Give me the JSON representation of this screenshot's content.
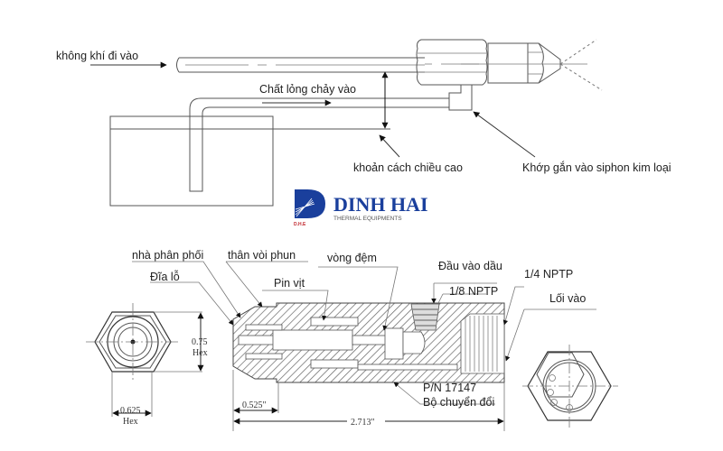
{
  "top_diagram": {
    "labels": {
      "air_in": "không khí đi vào",
      "liquid_in": "Chất lỏng chảy vào",
      "height_distance": "khoản cách chiều cao",
      "siphon_fitting": "Khớp gắn vào siphon kim loại"
    }
  },
  "logo": {
    "name": "DINH HAI",
    "tagline": "THERMAL EQUIPMENTS",
    "mark_initials": "D.H.E",
    "brand_color": "#1a3f9c",
    "initials_color": "#c0262d"
  },
  "bottom_diagram": {
    "labels": {
      "distributor": "nhà phân phối",
      "orifice_disc": "Đĩa lỗ",
      "nozzle_body": "thân vòi phun",
      "pin": "Pin vịt",
      "gasket": "vòng đệm",
      "oil_inlet": "Đầu vào dầu",
      "npt_eighth": "1/8 NPTP",
      "npt_quarter": "1/4 NPTP",
      "inlet": "Lối vào",
      "part_number": "P/N 17147",
      "adapter": "Bộ chuyển đổi"
    },
    "dimensions": {
      "hex_height_value": "0.75",
      "hex_height_unit": "Hex",
      "hex_width_value": "0.625",
      "hex_width_unit": "Hex",
      "tip_length": "0.525\"",
      "total_length": "2.713\""
    }
  }
}
